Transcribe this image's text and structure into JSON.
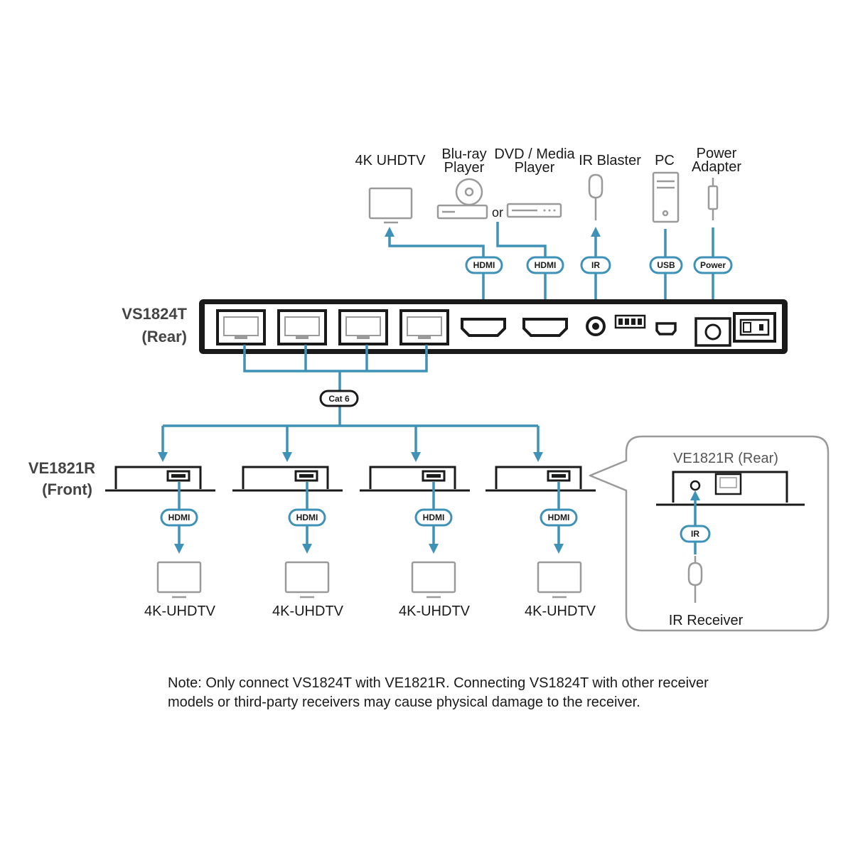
{
  "transmitter": {
    "name": "VS1824T",
    "side": "(Rear)"
  },
  "receiver": {
    "name": "VE1821R",
    "side": "(Front)",
    "rear_title": "VE1821R (Rear)"
  },
  "top_devices": {
    "uhdtv": "4K UHDTV",
    "bluray_line1": "Blu-ray",
    "bluray_line2": "Player",
    "or": "or",
    "dvd_line1": "DVD / Media",
    "dvd_line2": "Player",
    "ir_blaster": "IR Blaster",
    "pc": "PC",
    "power_line1": "Power",
    "power_line2": "Adapter"
  },
  "cables": {
    "hdmi": "HDMI",
    "ir": "IR",
    "usb": "USB",
    "power": "Power",
    "cat6": "Cat 6"
  },
  "outputs": [
    "4K-UHDTV",
    "4K-UHDTV",
    "4K-UHDTV",
    "4K-UHDTV"
  ],
  "ir_receiver": "IR Receiver",
  "note_line1": "Note: Only connect VS1824T with VE1821R. Connecting VS1824T with other receiver",
  "note_line2": "models or third-party receivers may cause physical damage to the receiver.",
  "colors": {
    "cable": "#3e92b8",
    "device_outline": "#9a9a9a",
    "device_body": "#1a1a1a"
  }
}
